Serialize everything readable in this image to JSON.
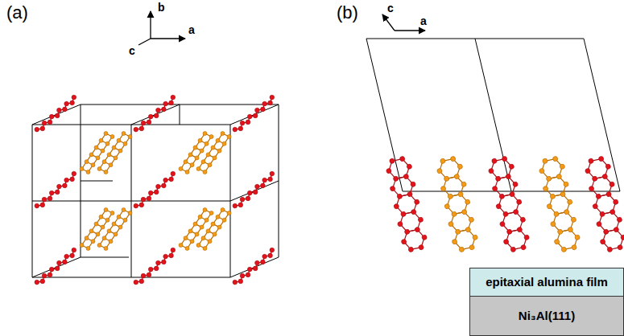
{
  "diagram": {
    "nodes": [
      {
        "text": [
          "epitaxial alumina film"
        ]
      },
      {
        "text": [
          "Ni₃Al(111)"
        ]
      }
    ],
    "labels": [
      "(a)",
      "b",
      "c",
      "a",
      "(b)",
      "c",
      "a"
    ]
  }
}
